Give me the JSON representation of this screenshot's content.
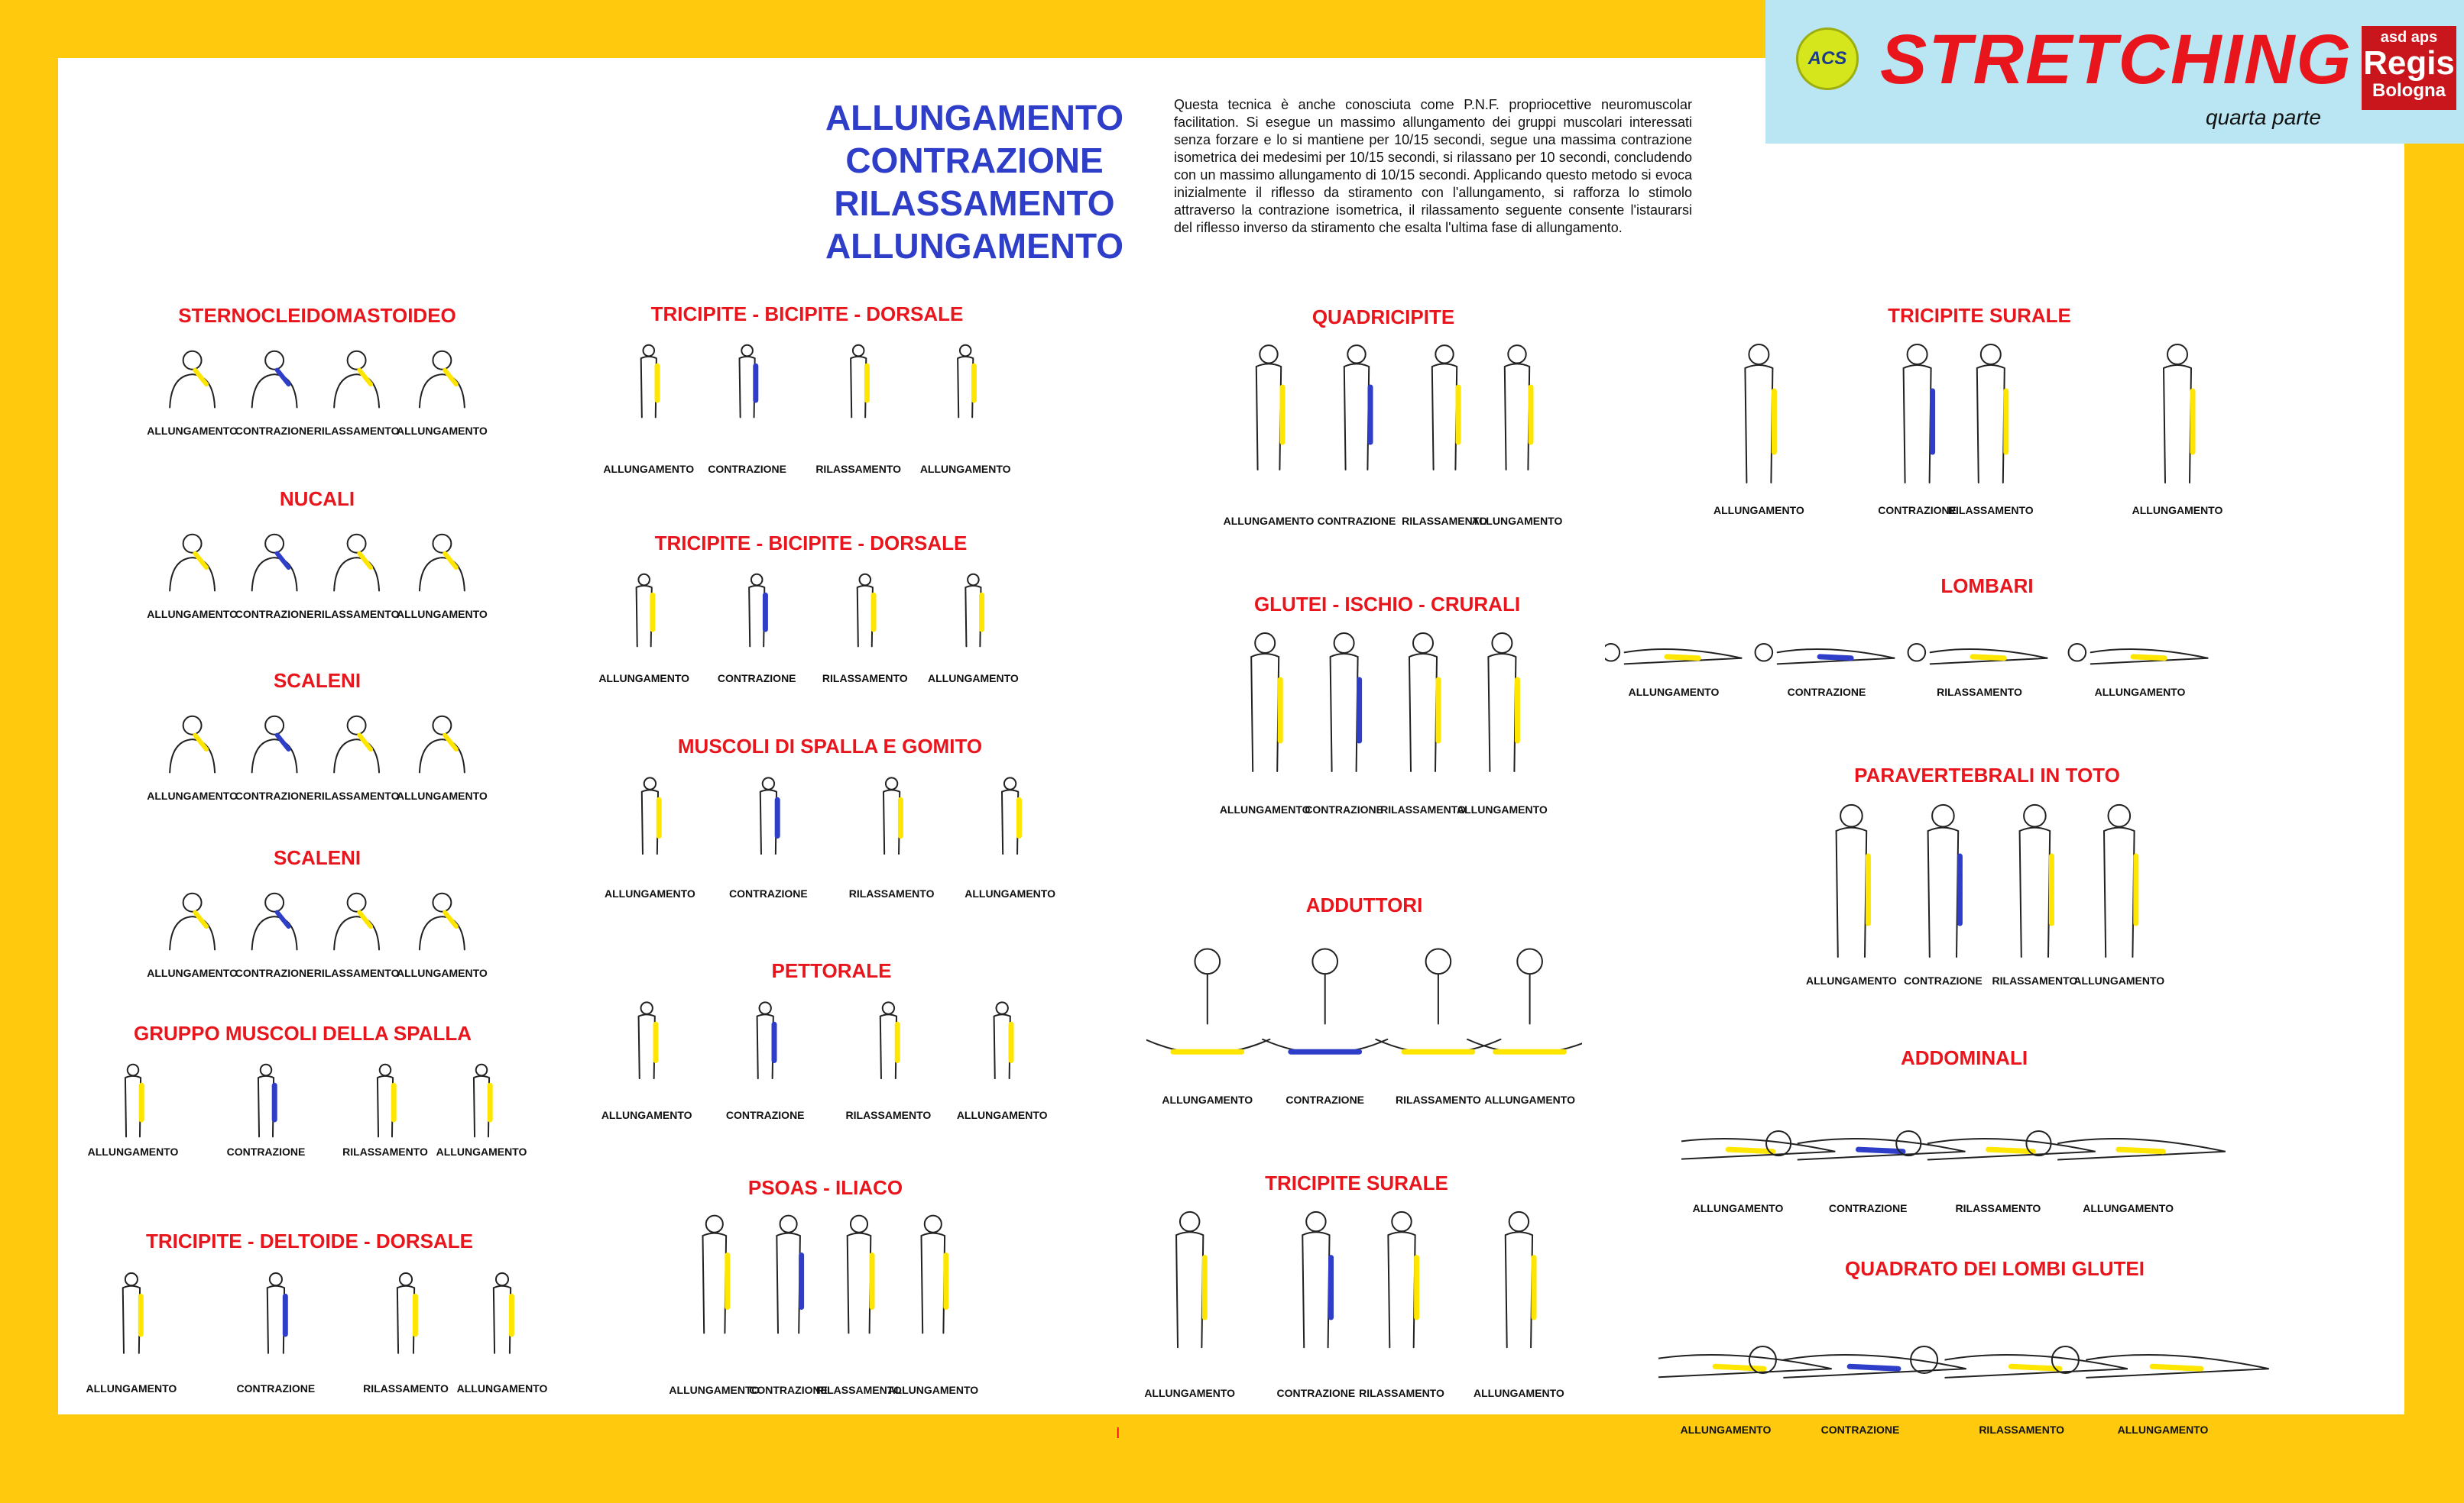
{
  "header": {
    "logo_badge": "ACS",
    "logo_title": "STRETCHING",
    "logo_subtitle": "quarta parte",
    "club_line1": "asd aps",
    "club_line2": "Regis",
    "club_line3": "Bologna"
  },
  "method_title": [
    "ALLUNGAMENTO",
    "CONTRAZIONE",
    "RILASSAMENTO",
    "ALLUNGAMENTO"
  ],
  "intro_text": "Questa tecnica è anche conosciuta come P.N.F. propriocettive neuromuscolar facilitation. Si esegue un massimo allungamento dei gruppi muscolari interessati senza forzare e lo si mantiene per 10/15 secondi, segue una massima contrazione isometrica dei medesimi per 10/15 secondi, si rilassano per 10 secondi, concludendo con un massimo allungamento di 10/15 secondi. Applicando questo metodo si evoca inizialmente il riflesso da stiramento con l'allungamento, si rafforza lo stimolo attraverso la contrazione isometrica, il rilassamento seguente consente l'istaurarsi del riflesso inverso da stiramento che esalta l'ultima fase di allungamento.",
  "page_number": "I",
  "colors": {
    "stretch": "#ffe600",
    "contract": "#2e3ec8",
    "title": "#e8161c",
    "frame": "#ffc90e"
  },
  "sections": [
    {
      "title": "STERNOCLEIDOMASTOIDEO",
      "labels": [
        "ALLUNGAMENTO",
        "CONTRAZIONE",
        "RILASSAMENTO",
        "ALLUNGAMENTO"
      ]
    },
    {
      "title": "NUCALI",
      "labels": [
        "ALLUNGAMENTO",
        "CONTRAZIONE",
        "RILASSAMENTO",
        "ALLUNGAMENTO"
      ]
    },
    {
      "title": "SCALENI",
      "labels": [
        "ALLUNGAMENTO",
        "CONTRAZIONE",
        "RILASSAMENTO",
        "ALLUNGAMENTO"
      ]
    },
    {
      "title": "SCALENI",
      "labels": [
        "ALLUNGAMENTO",
        "CONTRAZIONE",
        "RILASSAMENTO",
        "ALLUNGAMENTO"
      ]
    },
    {
      "title": "GRUPPO MUSCOLI DELLA SPALLA",
      "labels": [
        "ALLUNGAMENTO",
        "CONTRAZIONE",
        "RILASSAMENTO",
        "ALLUNGAMENTO"
      ]
    },
    {
      "title": "TRICIPITE - DELTOIDE - DORSALE",
      "labels": [
        "ALLUNGAMENTO",
        "CONTRAZIONE",
        "RILASSAMENTO",
        "ALLUNGAMENTO"
      ]
    },
    {
      "title": "TRICIPITE - BICIPITE - DORSALE",
      "labels": [
        "ALLUNGAMENTO",
        "CONTRAZIONE",
        "RILASSAMENTO",
        "ALLUNGAMENTO"
      ]
    },
    {
      "title": "TRICIPITE - BICIPITE - DORSALE",
      "labels": [
        "ALLUNGAMENTO",
        "CONTRAZIONE",
        "RILASSAMENTO",
        "ALLUNGAMENTO"
      ]
    },
    {
      "title": "MUSCOLI DI SPALLA E GOMITO",
      "labels": [
        "ALLUNGAMENTO",
        "CONTRAZIONE",
        "RILASSAMENTO",
        "ALLUNGAMENTO"
      ]
    },
    {
      "title": "PETTORALE",
      "labels": [
        "ALLUNGAMENTO",
        "CONTRAZIONE",
        "RILASSAMENTO",
        "ALLUNGAMENTO"
      ]
    },
    {
      "title": "PSOAS - ILIACO",
      "labels": [
        "ALLUNGAMENTO",
        "CONTRAZIONE",
        "RILASSAMENTO",
        "ALLUNGAMENTO"
      ]
    },
    {
      "title": "QUADRICIPITE",
      "labels": [
        "ALLUNGAMENTO",
        "CONTRAZIONE",
        "RILASSAMENTO",
        "ALLUNGAMENTO"
      ]
    },
    {
      "title": "GLUTEI - ISCHIO - CRURALI",
      "labels": [
        "ALLUNGAMENTO",
        "CONTRAZIONE",
        "RILASSAMENTO",
        "ALLUNGAMENTO"
      ]
    },
    {
      "title": "ADDUTTORI",
      "labels": [
        "ALLUNGAMENTO",
        "CONTRAZIONE",
        "RILASSAMENTO",
        "ALLUNGAMENTO"
      ]
    },
    {
      "title": "TRICIPITE SURALE",
      "labels": [
        "ALLUNGAMENTO",
        "CONTRAZIONE",
        "RILASSAMENTO",
        "ALLUNGAMENTO"
      ]
    },
    {
      "title": "TRICIPITE SURALE",
      "labels": [
        "ALLUNGAMENTO",
        "CONTRAZIONE",
        "RILASSAMENTO",
        "ALLUNGAMENTO"
      ]
    },
    {
      "title": "LOMBARI",
      "labels": [
        "ALLUNGAMENTO",
        "CONTRAZIONE",
        "RILASSAMENTO",
        "ALLUNGAMENTO"
      ]
    },
    {
      "title": "PARAVERTEBRALI IN TOTO",
      "labels": [
        "ALLUNGAMENTO",
        "CONTRAZIONE",
        "RILASSAMENTO",
        "ALLUNGAMENTO"
      ]
    },
    {
      "title": "ADDOMINALI",
      "labels": [
        "ALLUNGAMENTO",
        "CONTRAZIONE",
        "RILASSAMENTO",
        "ALLUNGAMENTO"
      ]
    },
    {
      "title": "QUADRATO DEI LOMBI GLUTEI",
      "labels": [
        "ALLUNGAMENTO",
        "CONTRAZIONE",
        "RILASSAMENTO",
        "ALLUNGAMENTO"
      ]
    }
  ]
}
